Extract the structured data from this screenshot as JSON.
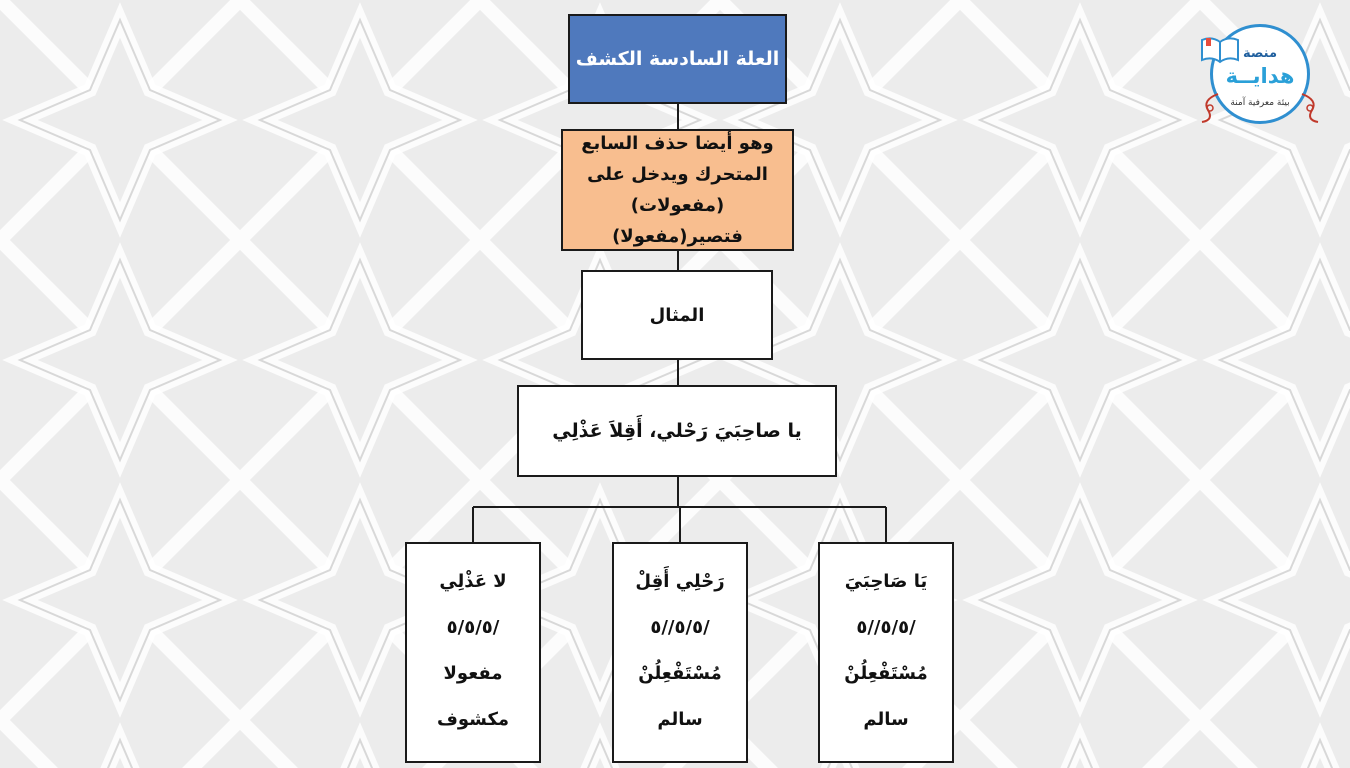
{
  "logo": {
    "line1": "منصة",
    "line2": "هدايــة",
    "tagline": "بيئة معرفية آمنة"
  },
  "diagram": {
    "title": "العلة السادسة الكشف",
    "description_lines": [
      "وهو أيضا حذف السابع",
      "المتحرك ويدخل على",
      "(مفعولات) فتصير(مفعولا)"
    ],
    "example_label": "المثال",
    "verse": "يا صاحِبَيَ رَحْلي، أَقِلاَ عَذْلِي",
    "feet": [
      {
        "text": "يَا صَاحِبَيَ",
        "pattern": "/٥/٥//٥",
        "foot": "مُسْتَفْعِلُنْ",
        "status": "سالم"
      },
      {
        "text": "رَحْلِي أَقِلْ",
        "pattern": "/٥/٥//٥",
        "foot": "مُسْتَفْعِلُنْ",
        "status": "سالم"
      },
      {
        "text": "لا عَذْلِي",
        "pattern": "/٥/٥/٥",
        "foot": "مفعولا",
        "status": "مكشوف"
      }
    ]
  },
  "colors": {
    "title_fill": "#4f79bd",
    "description_fill": "#f8be8f",
    "logo_blue": "#2aa0d8",
    "ornament": "#c0392b"
  }
}
